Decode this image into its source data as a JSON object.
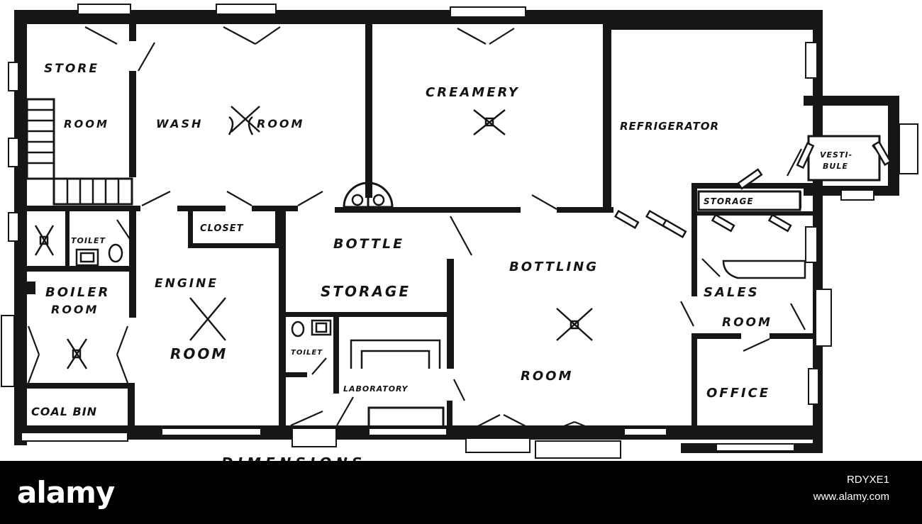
{
  "plan": {
    "rooms": {
      "store_room": [
        "STORE",
        "ROOM"
      ],
      "wash_room": [
        "WASH",
        "ROOM"
      ],
      "creamery": "CREAMERY",
      "refrigerator": "REFRIGERATOR",
      "vestibule": [
        "VESTI-",
        "BULE"
      ],
      "storage": "STORAGE",
      "closet": "CLOSET",
      "toilet_upper": "TOILET",
      "boiler_room": [
        "BOILER",
        "ROOM"
      ],
      "engine_room": [
        "ENGINE",
        "ROOM"
      ],
      "bottle_storage": [
        "BOTTLE",
        "STORAGE"
      ],
      "bottling_room": [
        "BOTTLING",
        "ROOM"
      ],
      "sales_room": [
        "SALES",
        "ROOM"
      ],
      "toilet_lower": "TOILET",
      "laboratory": "LABORATORY",
      "office": "OFFICE",
      "coal_bin": "COAL BIN"
    },
    "dimensions_caption": "DIMENSIONS"
  },
  "watermark": {
    "logo": "alamy",
    "image_id": "RDYXE1",
    "url": "www.alamy.com"
  },
  "colors": {
    "ink": "#161616",
    "paper": "#ffffff",
    "footer": "#000000"
  }
}
